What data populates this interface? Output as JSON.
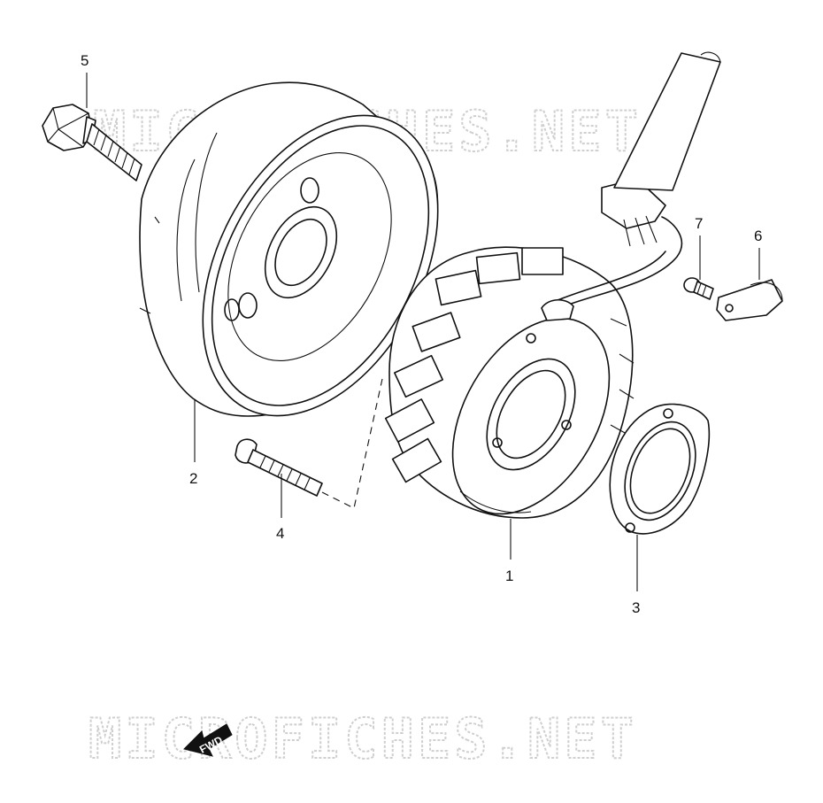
{
  "watermark": {
    "text": "MICROFICHES.NET"
  },
  "direction_arrow": {
    "label": "FWD"
  },
  "callouts": {
    "p1": "1",
    "p2": "2",
    "p3": "3",
    "p4": "4",
    "p5": "5",
    "p6": "6",
    "p7": "7"
  },
  "colors": {
    "line": "#111111",
    "watermark": "#cfcfcf",
    "background": "#ffffff"
  }
}
